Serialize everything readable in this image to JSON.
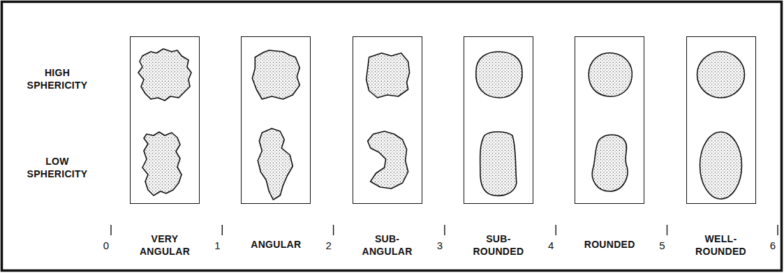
{
  "diagram": {
    "nodes": [
      {
        "text": [
          "VERY ANGULAR"
        ]
      },
      {
        "text": [
          "ANGULAR"
        ]
      },
      {
        "text": [
          "SUB- ANGULAR"
        ]
      },
      {
        "text": [
          "SUB- ROUNDED"
        ]
      },
      {
        "text": [
          "ROUNDED"
        ]
      },
      {
        "text": [
          "WELL- ROUNDED"
        ]
      }
    ],
    "labels": [
      "HIGH SPHERICITY",
      "LOW SPHERICITY",
      "0",
      "1",
      "2",
      "3",
      "4",
      "5",
      "6"
    ]
  }
}
